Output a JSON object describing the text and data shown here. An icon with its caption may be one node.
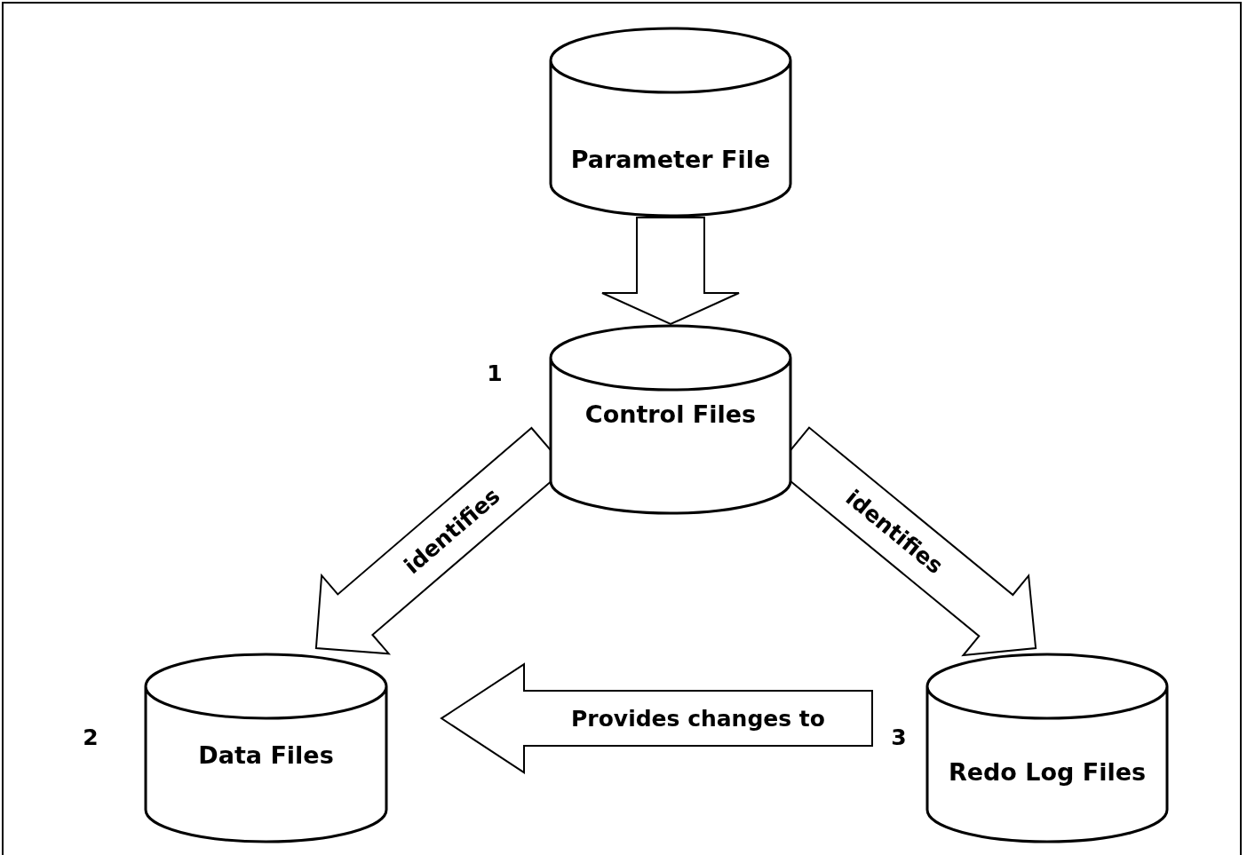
{
  "diagram": {
    "nodes": [
      {
        "text": [
          "Parameter File"
        ]
      },
      {
        "text": [
          "Control Files"
        ],
        "beside": [
          "1"
        ]
      },
      {
        "text": [
          "Data Files"
        ],
        "beside": [
          "2"
        ]
      },
      {
        "text": [
          "Redo Log Files"
        ],
        "beside": [
          "3"
        ]
      }
    ],
    "edges": [
      {
        "from": 0,
        "to": 1,
        "arrow": "to"
      },
      {
        "from": 1,
        "to": 2,
        "arrow": "to",
        "label": "identifies"
      },
      {
        "from": 1,
        "to": 3,
        "arrow": "to",
        "label": "identifies"
      },
      {
        "from": 3,
        "to": 2,
        "arrow": "to",
        "label": "Provides changes to"
      }
    ]
  }
}
